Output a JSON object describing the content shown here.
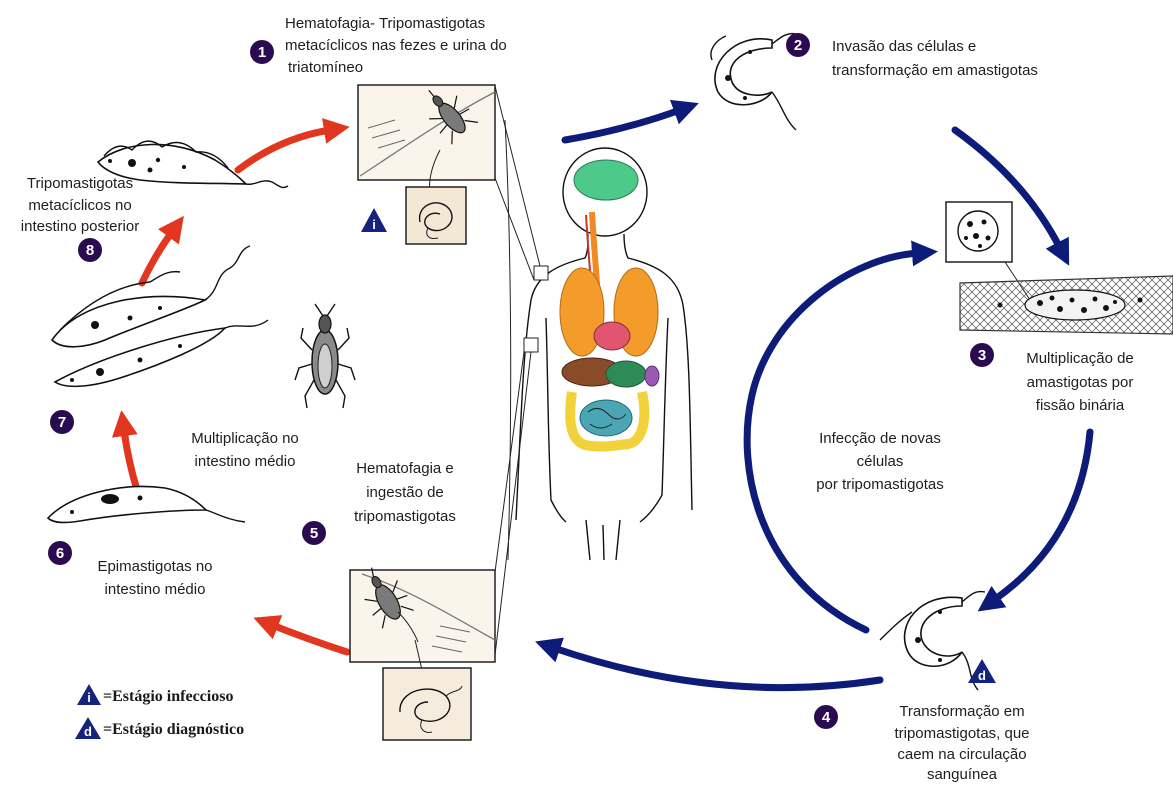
{
  "steps": {
    "s1": {
      "number": "1",
      "lines": [
        "Hematofagia- Tripomastigotas",
        "metacíclicos nas fezes e urina do",
        "triatomíneo"
      ]
    },
    "s2": {
      "number": "2",
      "lines": [
        "Invasão das células e",
        "transformação em amastigotas"
      ]
    },
    "s3": {
      "number": "3",
      "lines": [
        "Multiplicação de",
        "amastigotas por",
        "fissão binária"
      ]
    },
    "s4": {
      "number": "4",
      "lines": [
        "Transformação em",
        "tripomastigotas, que",
        "caem na circulação",
        "sanguínea"
      ]
    },
    "s5": {
      "number": "5",
      "lines": [
        "Hematofagia e",
        "ingestão de",
        "tripomastigotas"
      ]
    },
    "s6": {
      "number": "6",
      "lines": [
        "Epimastigotas no",
        "intestino médio"
      ]
    },
    "s7": {
      "number": "7"
    },
    "s8": {
      "number": "8",
      "lines": [
        "Tripomastigotas",
        "metacíclicos no",
        "intestino posterior"
      ]
    }
  },
  "vector_label": {
    "lines": [
      "Multiplicação no",
      "intestino médio"
    ]
  },
  "host_label": {
    "lines": [
      "Infecção de novas",
      "células",
      "por tripomastigotas"
    ]
  },
  "stage_markers": {
    "infective": "i",
    "diagnostic": "d"
  },
  "legend": {
    "infective": {
      "symbol": "i",
      "text": "=Estágio infeccioso"
    },
    "diagnostic": {
      "symbol": "d",
      "text": "=Estágio diagnóstico"
    }
  },
  "colors": {
    "vector_arrow": "#e2361f",
    "host_arrow": "#0c1c78",
    "step_badge": "#2b0b4f",
    "stage_marker": "#14237c"
  }
}
